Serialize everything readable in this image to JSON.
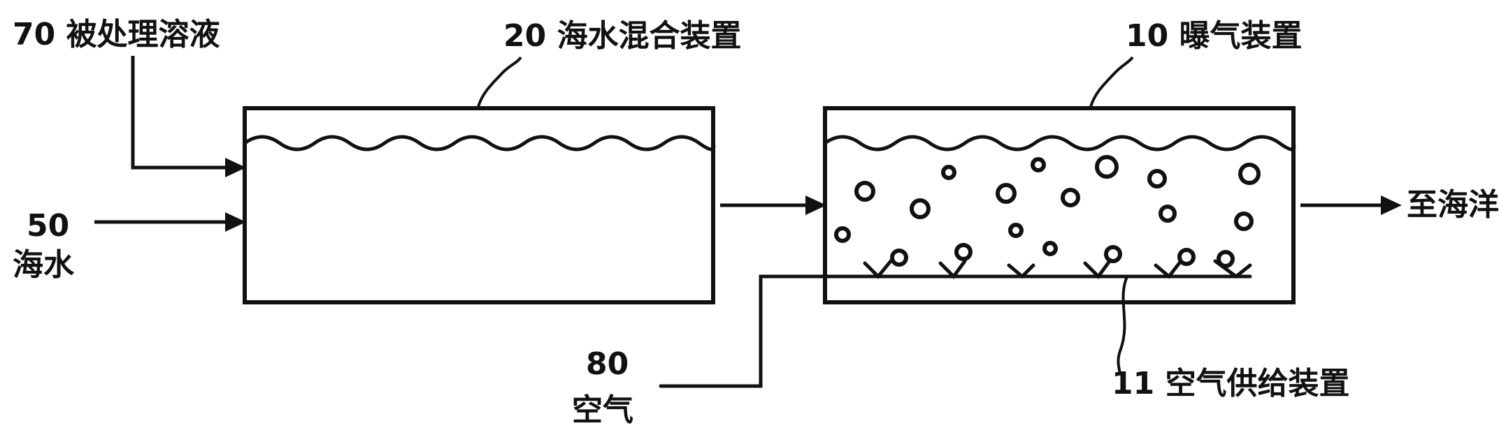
{
  "labels": {
    "treated_solution": {
      "num": "70",
      "text": "被处理溶液"
    },
    "seawater_mixer": {
      "num": "20",
      "text": "海水混合装置"
    },
    "aeration": {
      "num": "10",
      "text": "曝气装置"
    },
    "seawater": {
      "num": "50",
      "text": "海水"
    },
    "to_ocean": "至海洋",
    "air": {
      "num": "80",
      "text": "空气"
    },
    "air_supply": {
      "num": "11",
      "text": "空气供给装置"
    }
  }
}
